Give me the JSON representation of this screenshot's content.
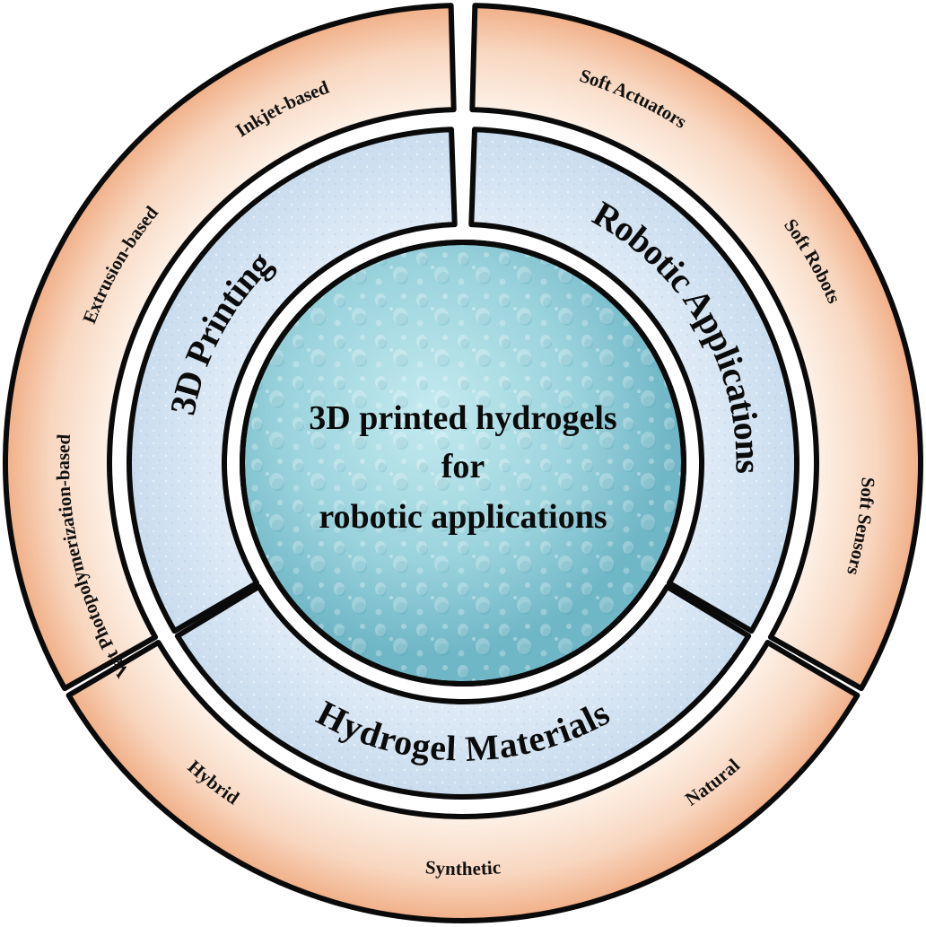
{
  "center": {
    "lines": [
      "3D printed hydrogels",
      "for",
      "robotic applications"
    ]
  },
  "segments": [
    {
      "id": "printing",
      "title": "3D Printing",
      "items": [
        "Vat Photopolymerization-based",
        "Extrusion-based",
        "Inkjet-based"
      ]
    },
    {
      "id": "robotic",
      "title": "Robotic Applications",
      "items": [
        "Soft Actuators",
        "Soft Robots",
        "Soft Sensors"
      ]
    },
    {
      "id": "materials",
      "title": "Hydrogel Materials",
      "items": [
        "Natural",
        "Synthetic",
        "Hybrid"
      ]
    }
  ],
  "colors": {
    "outline": "#0a0a0a",
    "outer_fill_light": "#fdf3ea",
    "outer_fill_dark": "#f2b48f",
    "inner_fill": "#d7e5f2",
    "center_fill": "#8ccbd6"
  }
}
